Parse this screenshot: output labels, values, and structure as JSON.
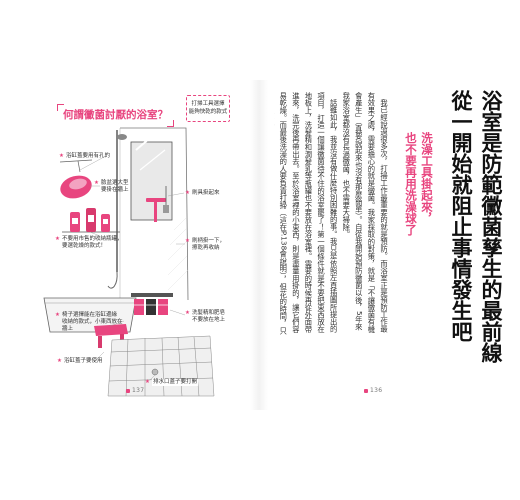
{
  "colors": {
    "accent": "#e8457f",
    "text": "#333333"
  },
  "left_page": {
    "title": "何謂黴菌討厭的浴室？",
    "side_note": [
      "打掃工具選擇",
      "能夠快乾的款式"
    ],
    "callouts": [
      {
        "lines": [
          "浴缸蓋要用有孔的"
        ]
      },
      {
        "lines": [
          "臉盆選大型",
          "要掛在牆上"
        ]
      },
      {
        "lines": [
          "不要用市售的收納瓶罐，",
          "要選乾燥的款式！"
        ]
      },
      {
        "lines": [
          "刷具掛起來"
        ]
      },
      {
        "lines": [
          "刷柄掛一下，",
          "擦乾再收納"
        ]
      },
      {
        "lines": [
          "椅子選擇能在浴缸邊緣",
          "收納的款式，小東西放在",
          "牆上"
        ]
      },
      {
        "lines": [
          "洗髮精和肥皂",
          "不要放在地上"
        ]
      },
      {
        "lines": [
          "浴缸蓋子要使用"
        ]
      },
      {
        "lines": [
          "排水口蓋子要打開"
        ]
      }
    ],
    "page_number": "137"
  },
  "right_page": {
    "title_lines": [
      "浴室是防範黴菌孳生的最前線",
      "從一開始就阻止事情發生吧"
    ],
    "subtitle_lines": [
      "洗澡工具掛起來，",
      "也不要再用洗澡球了"
    ],
    "body": [
      "我已經說過很多次，打掃工作最重要的就是預防。而浴室正是預防工作最有效果之處，需要擔心的就是黴菌。我家採取的對策，就是「不讓黴菌有機會產生」（真要說起來也沒有那麼簡單）。自從我開始預防黴菌以後，5年來我家浴室都沒有長過黴菌，也不需要大掃除。",
      "話雖如此，我並沒有做什麼特別困難的事。我只是依照左頁插圖所提出的項目，打造一個讓黴菌待不住的浴室罷了！第一個條件就是不要把東西放在地板上，洗髮精和潤髮乳等瓶罐也不要放在浴室裡。需要的時候再從外面帶進來，洗完後再帶出去。至於浴室裡的小東西，則是盡量用掛的，讓它們容易乾燥。而最後洗澡的人要負責打掃（這在P.138會說明），但花的時間，只要3分鐘就能搞定！"
    ],
    "page_number": "136"
  }
}
